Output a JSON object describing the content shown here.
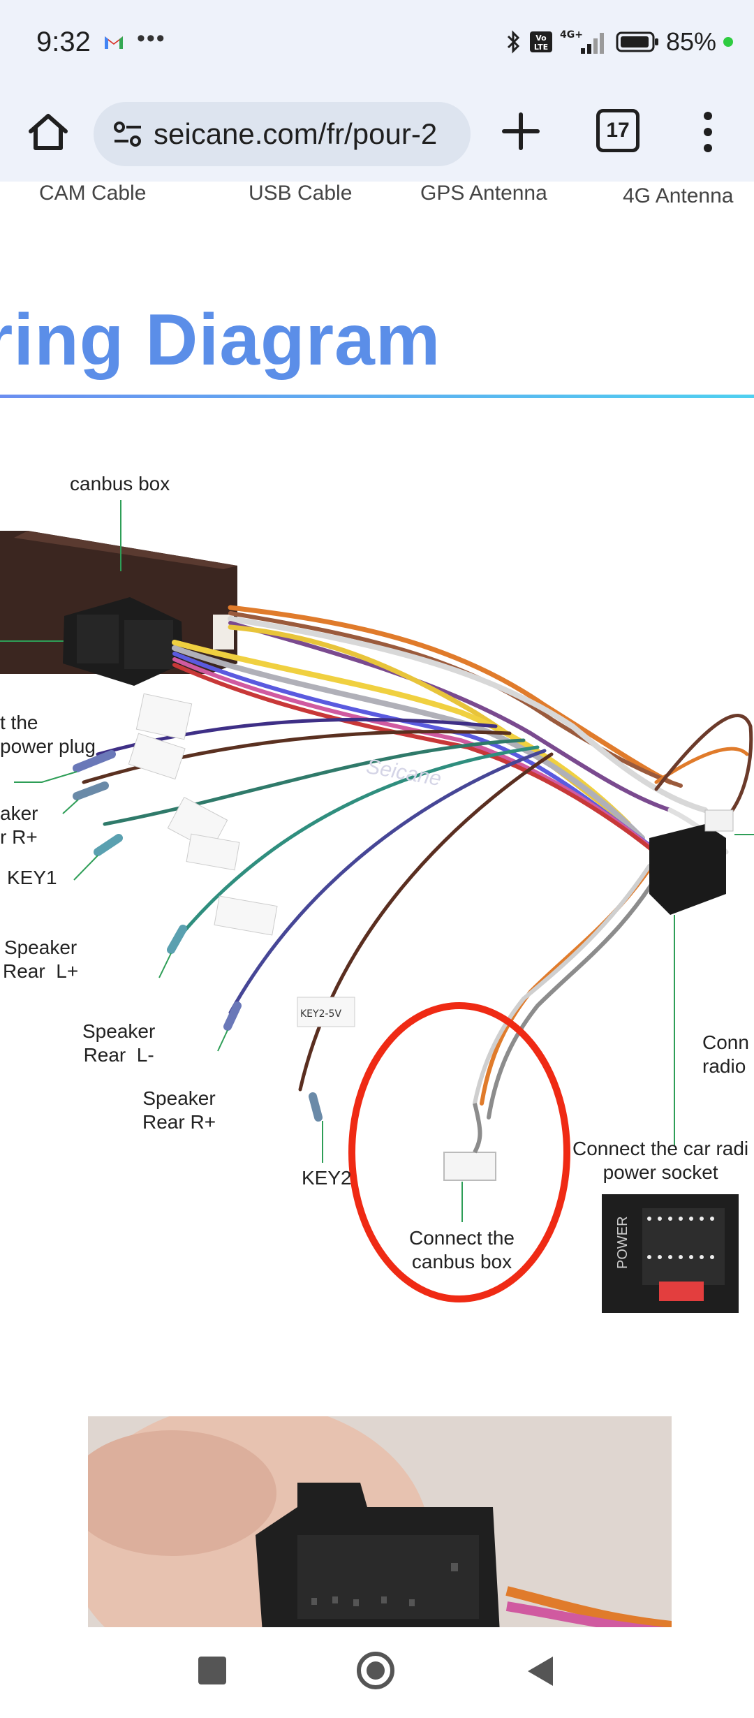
{
  "status_bar": {
    "time": "9:32",
    "battery": "85%",
    "icons": [
      "gmail-icon",
      "more-dots-icon",
      "bluetooth-icon",
      "volte-icon",
      "signal-4g-icon",
      "battery-icon"
    ]
  },
  "browser": {
    "url": "seicane.com/fr/pour-2",
    "tab_count": "17"
  },
  "page": {
    "accessory_labels": [
      "CAM Cable",
      "USB Cable",
      "GPS Antenna",
      "4G Antenna"
    ],
    "section_title": "iring Diagram",
    "watermark": "Seicane",
    "diagram_labels": {
      "canbus_box": "canbus box",
      "power_plug": "t the\npower plug",
      "speaker_rear_r_plus_left": "aker\nr R+",
      "key1": "KEY1",
      "speaker_rear_l_plus": "Speaker\nRear  L+",
      "speaker_rear_l_minus": "Speaker\nRear  L-",
      "speaker_rear_r_plus": "Speaker\nRear R+",
      "key2": "KEY2",
      "connect_canbus_box": "Connect the\ncanbus box",
      "connect_radio_right": "Conn\nradio",
      "connect_radio_power_socket": "Connect the car radi\npower socket",
      "socket_power_text": "POWER"
    },
    "tags": [
      "KEY2-5V"
    ]
  },
  "colors": {
    "title_blue": "#5b8ee8",
    "highlight_red": "#ef2a14",
    "status_bg": "#eef2fa",
    "label_green_line": "#2e9e57"
  }
}
